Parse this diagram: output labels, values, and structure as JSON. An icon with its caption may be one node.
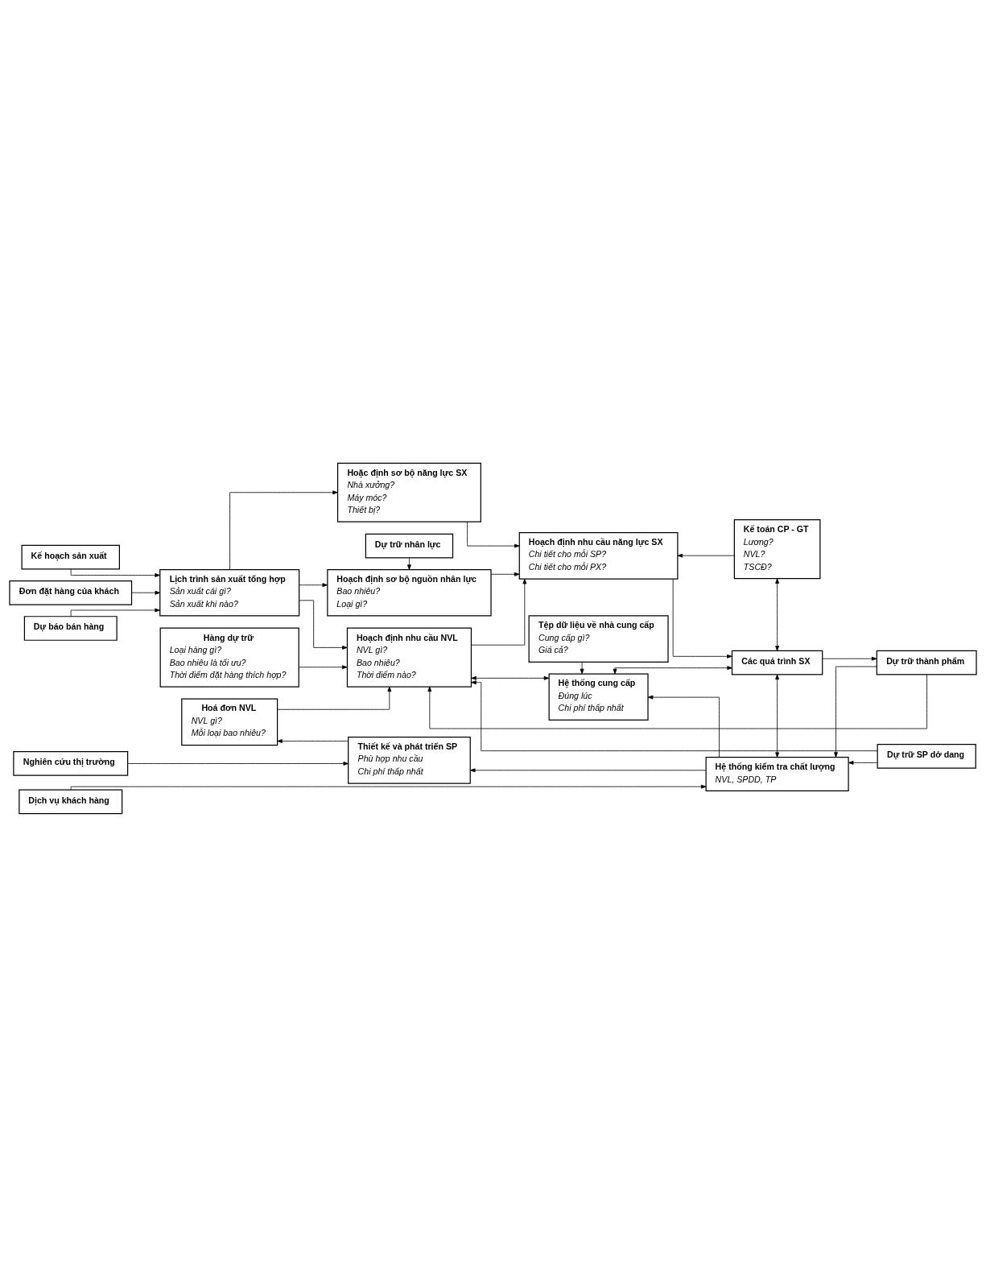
{
  "diagram": {
    "nodes": [
      {
        "text": [
          "Kế hoạch sản xuất"
        ]
      },
      {
        "text": [
          "Đơn đặt hàng của khách"
        ]
      },
      {
        "text": [
          "Dự báo bán hàng"
        ]
      },
      {
        "text": [
          "Nghiên cứu thị trường"
        ]
      },
      {
        "text": [
          "Dịch vụ khách hàng"
        ]
      },
      {
        "text": [
          "Lịch trình sản xuất tổng hợp",
          "Sản xuất cái gì?",
          "Sản xuất khi nào?"
        ]
      },
      {
        "text": [
          "Hàng dự trữ",
          "Loại hàng gì?",
          "Bao nhiêu là tối ưu?",
          "Thời điểm đặt hàng thích hợp?"
        ]
      },
      {
        "text": [
          "Hoá đơn NVL",
          "NVL gì?",
          "Mỗi loại bao nhiêu?"
        ]
      },
      {
        "text": [
          "Dự trữ nhân lực"
        ]
      },
      {
        "text": [
          "Hoạch định sơ bộ nguồn nhân lực",
          "Bao nhiêu?",
          "Loại gì?"
        ]
      },
      {
        "text": [
          "Hoặc định sơ bộ năng lực SX",
          "Nhà xưởng?",
          "Máy móc?",
          "Thiết bị?"
        ]
      },
      {
        "text": [
          "Hoạch định nhu cầu NVL",
          "NVL gì?",
          "Bao nhiêu?",
          "Thời điểm nào?"
        ]
      },
      {
        "text": [
          "Thiết kế và phát triển SP",
          "Phù hợp nhu cầu",
          "Chi phí thấp nhất"
        ]
      },
      {
        "text": [
          "Hoạch định nhu cầu năng lực SX",
          "Chi tiết cho mỗi SP?",
          "Chi tiết cho mỗi PX?"
        ]
      },
      {
        "text": [
          "Kế toán CP - GT",
          "Lương?",
          "NVL?",
          "TSCĐ?"
        ]
      },
      {
        "text": [
          "Hệ thống cung cấp",
          "Đúng lúc",
          "Chi phí thấp nhất"
        ]
      },
      {
        "text": [
          "Các quá trình SX"
        ]
      },
      {
        "text": [
          "Dự trữ SP dở dang"
        ]
      },
      {
        "text": [
          "Dự trữ thành phẩm"
        ]
      },
      {
        "text": [
          "Tệp dữ liệu về nhà cung cấp",
          "Cung cấp gì?",
          "Giá cả?"
        ]
      },
      {
        "text": [
          "Hệ thống kiểm tra chất lượng",
          "NVL, SPDD, TP"
        ]
      }
    ],
    "edges": [
      {
        "from": 0,
        "to": 5,
        "arrow": "to"
      },
      {
        "from": 1,
        "to": 5,
        "arrow": "to"
      },
      {
        "from": 2,
        "to": 5,
        "arrow": "to"
      },
      {
        "from": 5,
        "to": 9,
        "arrow": "to"
      },
      {
        "from": 5,
        "to": 10,
        "arrow": "to"
      },
      {
        "from": 5,
        "to": 11,
        "arrow": "to"
      },
      {
        "from": 6,
        "to": 11,
        "arrow": "to"
      },
      {
        "from": 7,
        "to": 11,
        "arrow": "to"
      },
      {
        "from": 12,
        "to": 7,
        "arrow": "to"
      },
      {
        "from": 3,
        "to": 12,
        "arrow": "to"
      },
      {
        "from": 4,
        "to": 20,
        "arrow": "to"
      },
      {
        "from": 8,
        "to": 9,
        "arrow": "to"
      },
      {
        "from": 9,
        "to": 13,
        "arrow": "to"
      },
      {
        "from": 10,
        "to": 13,
        "arrow": "to"
      },
      {
        "from": 11,
        "to": 13,
        "arrow": "to"
      },
      {
        "from": 14,
        "to": 13,
        "arrow": "to"
      },
      {
        "from": 13,
        "to": 16,
        "arrow": "to"
      },
      {
        "from": 16,
        "to": 14,
        "arrow": "both"
      },
      {
        "from": 16,
        "to": 18,
        "arrow": "to"
      },
      {
        "from": 15,
        "to": 16,
        "arrow": "both"
      },
      {
        "from": 11,
        "to": 15,
        "arrow": "both"
      },
      {
        "from": 19,
        "to": 15,
        "arrow": "to"
      },
      {
        "from": 20,
        "to": 15,
        "arrow": "to"
      },
      {
        "from": 20,
        "to": 12,
        "arrow": "to"
      },
      {
        "from": 16,
        "to": 20,
        "arrow": "both"
      },
      {
        "from": 17,
        "to": 11,
        "arrow": "to"
      },
      {
        "from": 17,
        "to": 20,
        "arrow": "to"
      },
      {
        "from": 18,
        "to": 11,
        "arrow": "to"
      },
      {
        "from": 18,
        "to": 20,
        "arrow": "to"
      }
    ]
  }
}
